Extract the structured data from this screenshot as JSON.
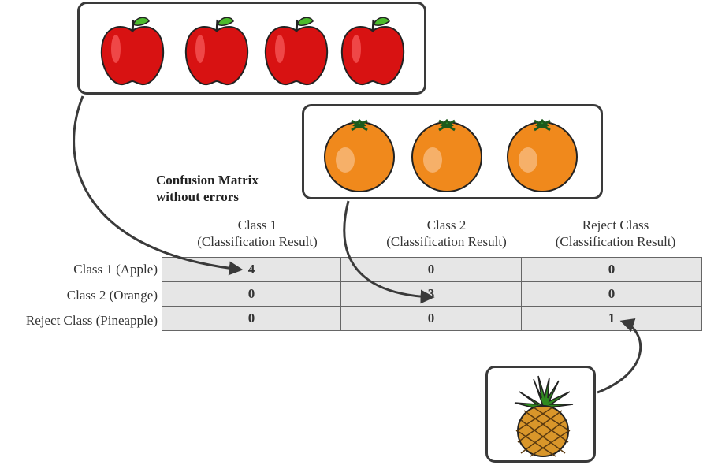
{
  "diagram": {
    "title_line1": "Confusion Matrix",
    "title_line2": "without errors"
  },
  "columns": [
    {
      "line1": "Class 1",
      "line2": "(Classification Result)"
    },
    {
      "line1": "Class 2",
      "line2": "(Classification Result)"
    },
    {
      "line1": "Reject Class",
      "line2": "(Classification Result)"
    }
  ],
  "rows": [
    {
      "label": "Class 1 (Apple)",
      "values": [
        "4",
        "0",
        "0"
      ]
    },
    {
      "label": "Class 2 (Orange)",
      "values": [
        "0",
        "3",
        "0"
      ]
    },
    {
      "label": "Reject Class (Pineapple)",
      "values": [
        "0",
        "0",
        "1"
      ]
    }
  ],
  "images": {
    "apples": {
      "count": 4,
      "icon": "apple-icon"
    },
    "oranges": {
      "count": 3,
      "icon": "orange-icon"
    },
    "pineapples": {
      "count": 1,
      "icon": "pineapple-icon"
    }
  },
  "colors": {
    "cell_bg": "#e6e6e6",
    "apple_red": "#e01010",
    "orange": "#f08a1e",
    "leaf_green": "#3fae2a"
  }
}
